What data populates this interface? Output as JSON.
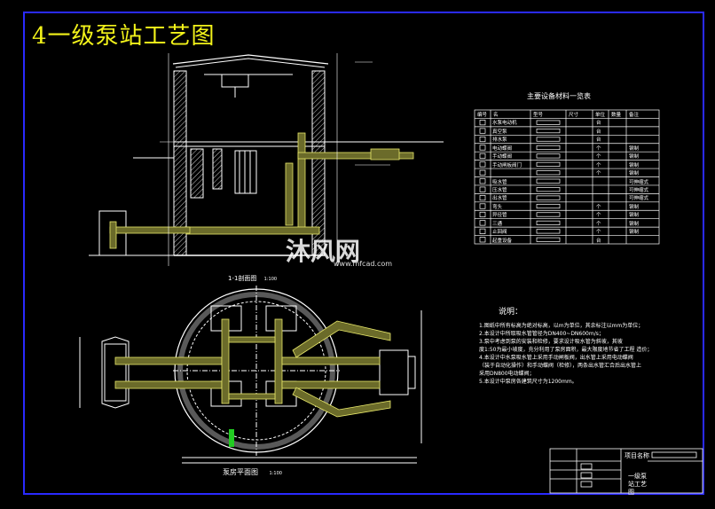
{
  "drawing": {
    "title": "4一级泵站工艺图",
    "section_label": "1-1剖面图",
    "section_scale": "1:100",
    "plan_label": "泵房平面图",
    "plan_scale": "1:100"
  },
  "equipment_table": {
    "title": "主要设备材料一览表",
    "headers": [
      "编号",
      "名",
      "型号",
      "尺寸",
      "单位",
      "数量",
      "备注"
    ],
    "rows": [
      {
        "name": "水泵电动机",
        "unit": "台",
        "note": ""
      },
      {
        "name": "真空泵",
        "unit": "台",
        "note": ""
      },
      {
        "name": "排水泵",
        "unit": "台",
        "note": ""
      },
      {
        "name": "电动蝶阀",
        "unit": "个",
        "note": "钢制"
      },
      {
        "name": "手动蝶阀",
        "unit": "个",
        "note": "钢制"
      },
      {
        "name": "手动闸板阀门",
        "unit": "个",
        "note": "钢制"
      },
      {
        "name": "",
        "unit": "个",
        "note": "钢制"
      },
      {
        "name": "吸水管",
        "unit": "",
        "note": "可伸缩式"
      },
      {
        "name": "压水管",
        "unit": "",
        "note": "可伸缩式"
      },
      {
        "name": "出水管",
        "unit": "",
        "note": "可伸缩式"
      },
      {
        "name": "弯头",
        "unit": "个",
        "note": "钢制"
      },
      {
        "name": "异径管",
        "unit": "个",
        "note": "钢制"
      },
      {
        "name": "三通",
        "unit": "个",
        "note": "钢制"
      },
      {
        "name": "止回阀",
        "unit": "个",
        "note": "钢制"
      },
      {
        "name": "起重设备",
        "unit": "台",
        "note": ""
      }
    ]
  },
  "notes": {
    "heading": "说明：",
    "lines": [
      "1.图纸中所有标高为绝对标高，以m为单位，其余标注以mm为单位；",
      "2.本设计中所取吸水管管径为DN400~DN600m/s；",
      "3.泵中考虑到泵的安装和检修，要求设计吸水管为斜坡，其坡",
      "度1:50为最小坡度，充分利用了泵房面积，最大限度地节省了工程  造价；",
      "4.本设计中水泵吸水管上采用手动闸板阀，出水管上采用电动蝶阀",
      "（装于自动化操作）和手动蝶阀（检修），两条出水管汇合后出水管上",
      "采用DN800电动蝶阀；",
      "5.本设计中泵房各建筑尺寸为1200mm。"
    ]
  },
  "title_block": {
    "project_label": "项目名称",
    "drawing_name_1": "一级泵",
    "drawing_name_2": "站工艺",
    "drawing_name_3": "图"
  },
  "watermark": {
    "brand": "沐风网",
    "url": "www.mfcad.com"
  },
  "colors": {
    "background": "#000000",
    "frame": "#2a2aff",
    "title": "#f2f21a",
    "lines": "#ffffff",
    "pipes": "#6b6b2a",
    "pipe_outline": "#e8e86a",
    "accent_green": "#22cc22"
  }
}
